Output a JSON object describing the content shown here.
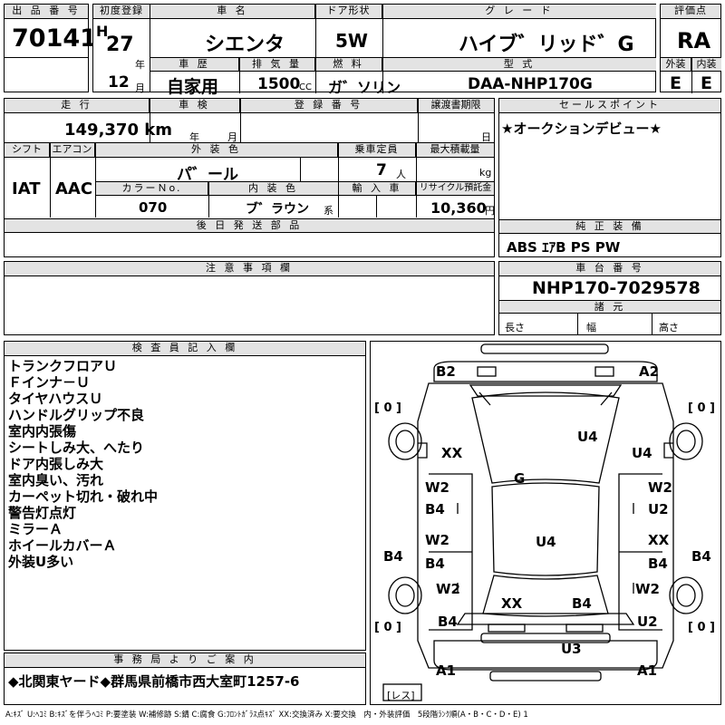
{
  "header": {
    "lot_label": "出 品 番 号",
    "lot_value": "70141",
    "reg_label": "初度登録",
    "era": "H",
    "year": "27",
    "year_unit": "年",
    "month": "12",
    "month_unit": "月",
    "name_label": "車 名",
    "name_value": "シエンタ",
    "door_label": "ドア形状",
    "door_value": "5W",
    "grade_label": "グ レ ー ド",
    "grade_value": "ハイブ゛リッド゛G",
    "score_label": "評価点",
    "score_value": "RA",
    "history_label": "車 歴",
    "history_value": "自家用",
    "cc_label": "排 気 量",
    "cc_value": "1500",
    "cc_unit": "CC",
    "fuel_label": "燃 料",
    "fuel_value": "ガ゛ソリン",
    "model_label": "型 式",
    "model_value": "DAA-NHP170G",
    "ext_label": "外装",
    "ext_value": "E",
    "int_label": "内装",
    "int_value": "E"
  },
  "row2": {
    "mileage_label": "走 行",
    "mileage_value": "149,370 km",
    "inspection_label": "車 検",
    "ins_year_unit": "年",
    "ins_month_unit": "月",
    "plate_label": "登 録 番 号",
    "transfer_label": "譲渡書期限",
    "transfer_day_unit": "日",
    "sales_label": "セールスポイント",
    "sales_value": "★オークションデビュー★"
  },
  "row3": {
    "shift_label": "シフト",
    "shift_value": "IAT",
    "ac_label": "エアコン",
    "ac_value": "AAC",
    "ext_color_label": "外 装 色",
    "ext_color_value": "パ゛ール",
    "capacity_label": "乗車定員",
    "capacity_value": "7",
    "capacity_unit": "人",
    "load_label": "最大積載量",
    "load_unit": "kg",
    "colorno_label": "カラーＮo.",
    "colorno_value": "070",
    "int_color_label": "内 装 色",
    "int_color_value": "ブ゛ラウン",
    "int_color_unit": "系",
    "import_label": "輸 入 車",
    "recycle_label": "リサイクル預託金",
    "recycle_value": "10,360",
    "recycle_unit": "円"
  },
  "later_parts_label": "後 日 発 送 部 品",
  "equipment": {
    "label": "純 正 装 備",
    "value": "ABS ｴｱB PS PW"
  },
  "notes_label": "注 意 事 項 欄",
  "chassis": {
    "label": "車 台 番 号",
    "value": "NHP170-7029578",
    "spec_label": "諸 元",
    "length": "長さ",
    "width": "幅",
    "height": "高さ"
  },
  "inspector": {
    "label": "検 査 員 記 入 欄",
    "lines": [
      "トランクフロアＵ",
      "Ｆインナ－Ｕ",
      "タイヤハウスＵ",
      "ハンドルグリップ不良",
      "室内内張傷",
      "シートしみ大、へたり",
      "ドア内張しみ大",
      "室内臭い、汚れ",
      "カーペット切れ・破れ中",
      "警告灯点灯",
      "ミラーＡ",
      "ホイールカバーＡ",
      "外装U多い"
    ]
  },
  "office": {
    "label": "事 務 局 よ り ご 案 内",
    "value": "◆北関東ヤード◆群馬県前橋市西大室町1257-6"
  },
  "diagram": {
    "tire_fl": "[ 0 ]",
    "tire_fr": "[ 0 ]",
    "tire_rl": "[ 0 ]",
    "tire_rr": "[ 0 ]",
    "spare": "[レス]",
    "marks": {
      "b2": "B2",
      "a2": "A2",
      "u4_hood": "U4",
      "xx_left": "XX",
      "u4_right": "U4",
      "g": "G",
      "w2_l1": "W2",
      "b4_l1": "B4",
      "w2_r1": "W2",
      "u2_r1": "U2",
      "b4_side_l": "B4",
      "w2_l2": "W2",
      "b4_l2": "B4",
      "u4_roof": "U4",
      "xx_r2": "XX",
      "b4_r2": "B4",
      "b4_side_r": "B4",
      "w2_l3": "W2",
      "xx_trunk": "XX",
      "b4_trunk": "B4",
      "w2_r3": "W2",
      "b4_l4": "B4",
      "u2_r4": "U2",
      "u3": "U3",
      "a1_l": "A1",
      "a1_r": "A1"
    }
  },
  "legend": "A:ｷｽﾞ U:ﾍｺﾐ B:ｷｽﾞを伴うﾍｺﾐ P:要塗装 W:補修跡 S:錆 C:腐食 G:ﾌﾛﾝﾄｶﾞﾗｽ点ｷｽﾞ XX:交換済み X:要交換　内・外装評価　5段階ﾗﾝｸ順(A・B・C・D・E) 1"
}
